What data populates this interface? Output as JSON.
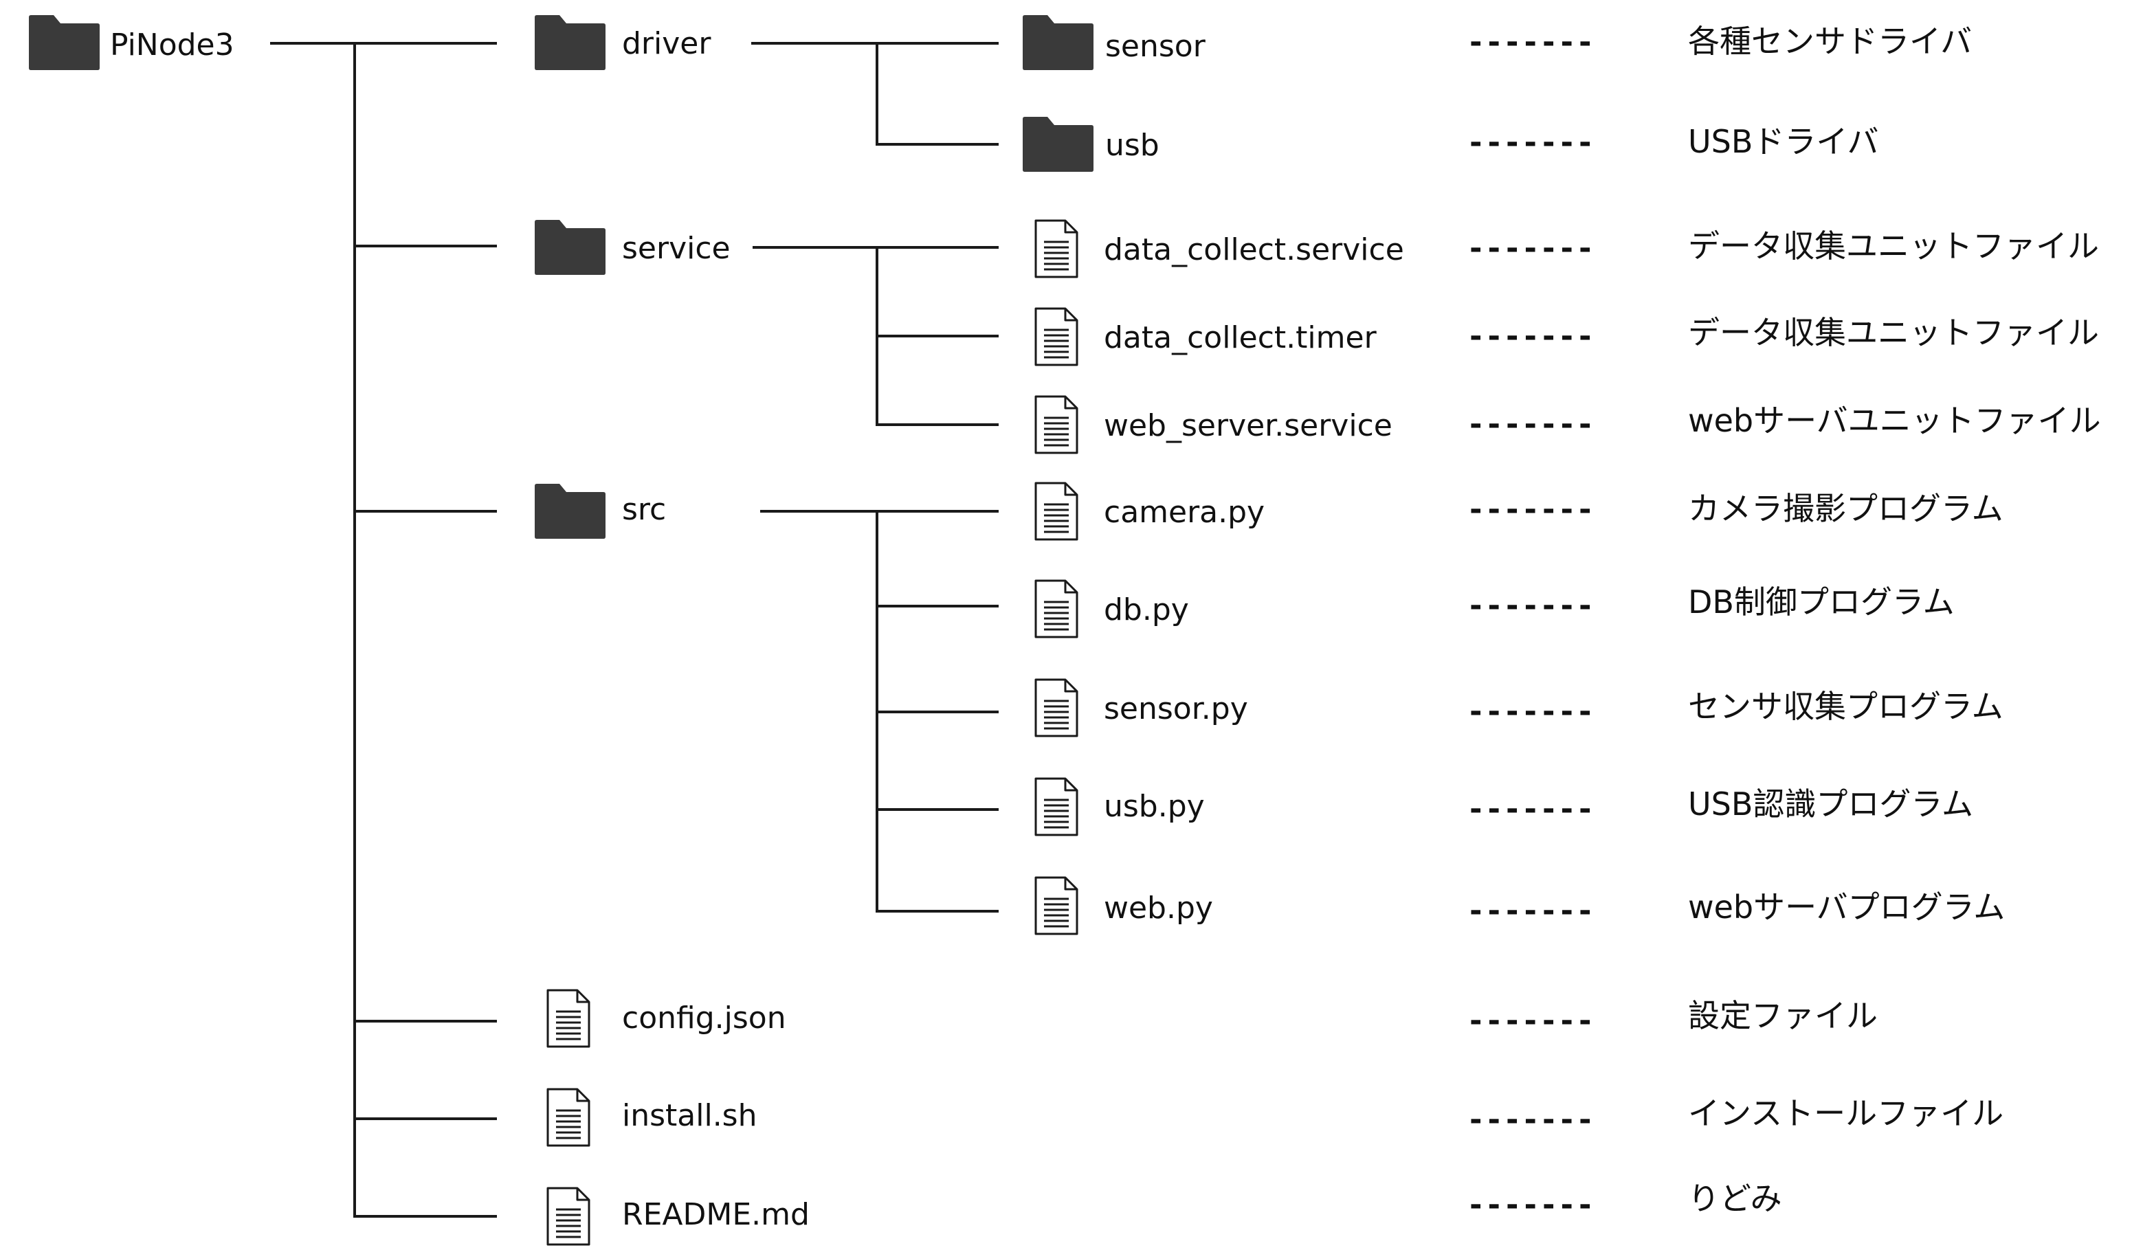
{
  "tree": {
    "root": {
      "name": "PiNode3",
      "icon": "folder-icon"
    },
    "dirs": [
      {
        "name": "driver",
        "icon": "folder-icon"
      },
      {
        "name": "service",
        "icon": "folder-icon"
      },
      {
        "name": "src",
        "icon": "folder-icon"
      }
    ],
    "root_files": [
      {
        "name": "config.json",
        "icon": "file-icon",
        "desc": "設定ファイル",
        "dash": "-------"
      },
      {
        "name": "install.sh",
        "icon": "file-icon",
        "desc": "インストールファイル",
        "dash": "-------"
      },
      {
        "name": "README.md",
        "icon": "file-icon",
        "desc": "りどみ",
        "dash": "-------"
      }
    ],
    "driver_children": [
      {
        "name": "sensor",
        "icon": "folder-icon",
        "desc": "各種センサドライバ",
        "dash": "-------"
      },
      {
        "name": "usb",
        "icon": "folder-icon",
        "desc": "USBドライバ",
        "dash": "-------"
      }
    ],
    "service_children": [
      {
        "name": "data_collect.service",
        "icon": "file-icon",
        "desc": "データ収集ユニットファイル",
        "dash": "-------"
      },
      {
        "name": "data_collect.timer",
        "icon": "file-icon",
        "desc": "データ収集ユニットファイル",
        "dash": "-------"
      },
      {
        "name": "web_server.service",
        "icon": "file-icon",
        "desc": "webサーバユニットファイル",
        "dash": "-------"
      }
    ],
    "src_children": [
      {
        "name": "camera.py",
        "icon": "file-icon",
        "desc": "カメラ撮影プログラム",
        "dash": "-------"
      },
      {
        "name": "db.py",
        "icon": "file-icon",
        "desc": "DB制御プログラム",
        "dash": "-------"
      },
      {
        "name": "sensor.py",
        "icon": "file-icon",
        "desc": "センサ収集プログラム",
        "dash": "-------"
      },
      {
        "name": "usb.py",
        "icon": "file-icon",
        "desc": "USB認識プログラム",
        "dash": "-------"
      },
      {
        "name": "web.py",
        "icon": "file-icon",
        "desc": "webサーバプログラム",
        "dash": "-------"
      }
    ]
  },
  "colors": {
    "line": "#1a1a1a",
    "folder": "#3a3a3a",
    "text": "#111111",
    "background": "#ffffff"
  }
}
